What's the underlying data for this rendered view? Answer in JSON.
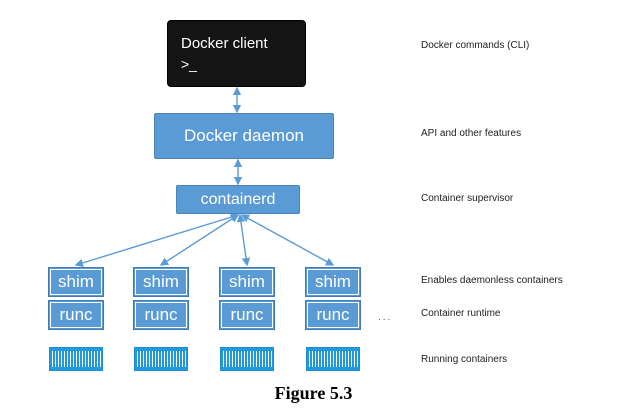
{
  "diagram": {
    "client": {
      "title": "Docker client",
      "prompt": ">_"
    },
    "daemon": {
      "label": "Docker daemon"
    },
    "containerd": {
      "label": "containerd"
    },
    "shim_label": "shim",
    "runc_label": "runc",
    "columns": [
      "shim-runc-1",
      "shim-runc-2",
      "shim-runc-3",
      "shim-runc-4"
    ],
    "more_indicator": "...",
    "side_labels": {
      "client": "Docker commands (CLI)",
      "daemon": "API and other features",
      "containerd": "Container supervisor",
      "shim": "Enables daemonless containers",
      "runc": "Container runtime",
      "containers": "Running containers"
    }
  },
  "caption": "Figure 5.3",
  "colors": {
    "box_fill": "#5b9bd5",
    "client_fill": "#141414",
    "arrow": "#5b9bd5",
    "container": "#1f9ae0"
  }
}
